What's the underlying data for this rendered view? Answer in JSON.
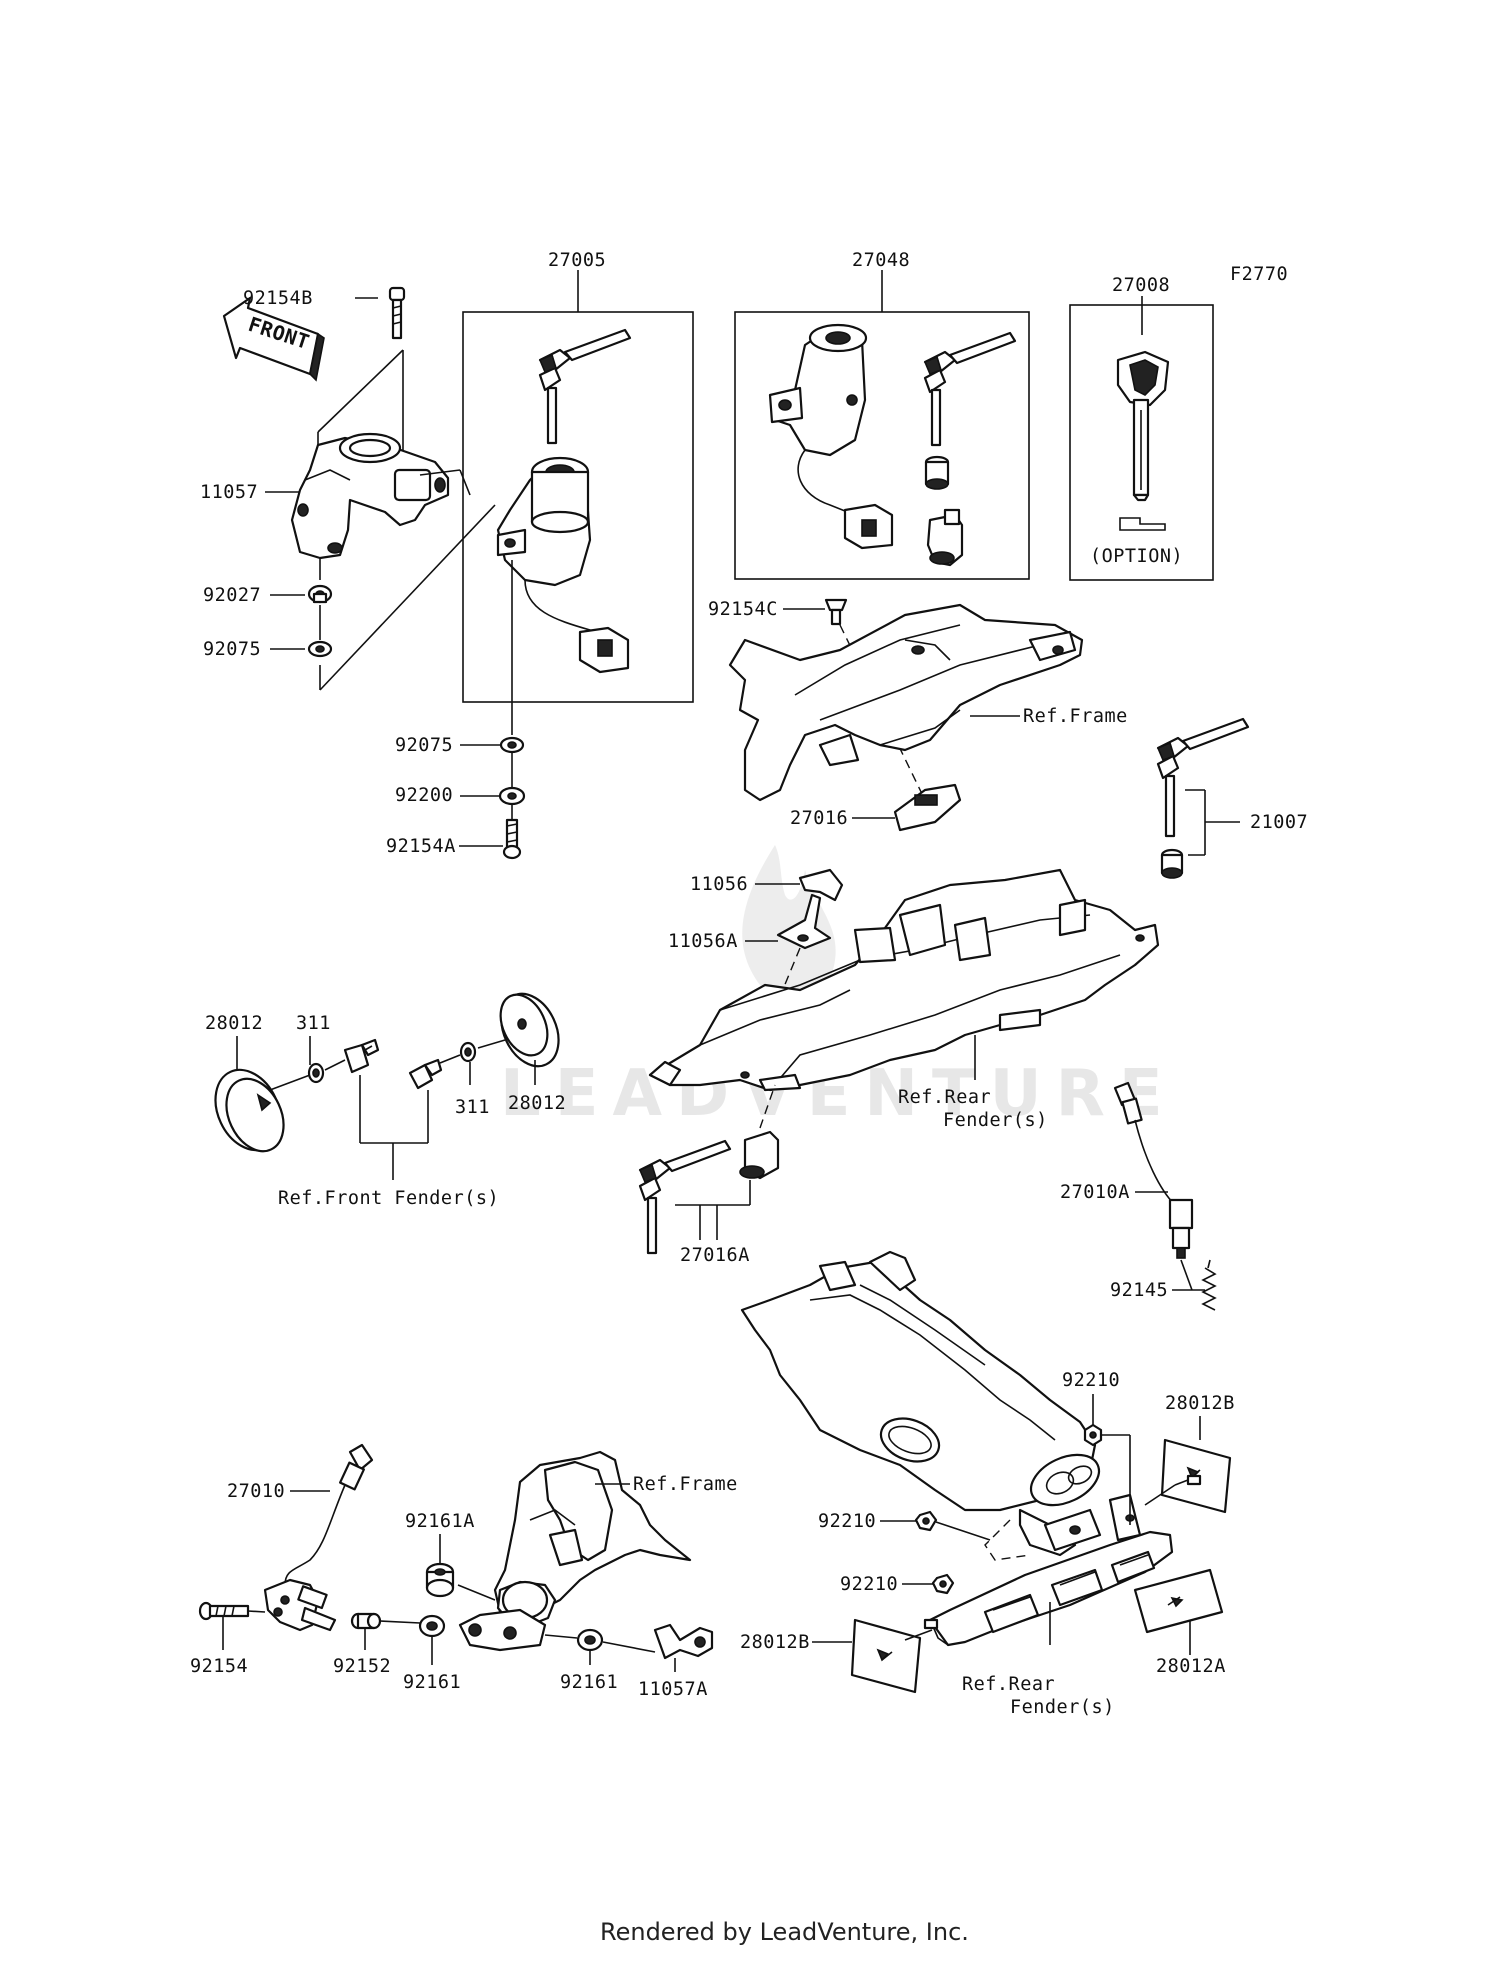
{
  "diagram_code": "F2770",
  "front_arrow_label": "FRONT",
  "footer": "Rendered by LeadVenture, Inc.",
  "watermark": "LEADVENTURE",
  "option_note": "(OPTION)",
  "parts": {
    "p27005": "27005",
    "p27048": "27048",
    "p27008": "27008",
    "p92154B": "92154B",
    "p11057": "11057",
    "p92027": "92027",
    "p92075a": "92075",
    "p92075b": "92075",
    "p92200": "92200",
    "p92154A": "92154A",
    "p92154C": "92154C",
    "p27016": "27016",
    "p21007": "21007",
    "p11056": "11056",
    "p11056A": "11056A",
    "p28012a": "28012",
    "p311a": "311",
    "p311b": "311",
    "p28012b": "28012",
    "p27016A": "27016A",
    "p27010A": "27010A",
    "p92145": "92145",
    "p92210a": "92210",
    "p28012B_top": "28012B",
    "p92210b": "92210",
    "p92210c": "92210",
    "p28012B_bot": "28012B",
    "p28012A": "28012A",
    "p27010": "27010",
    "p92161A": "92161A",
    "p92154": "92154",
    "p92152": "92152",
    "p92161a": "92161",
    "p92161b": "92161",
    "p11057A": "11057A"
  },
  "refs": {
    "ref_frame_top": "Ref.Frame",
    "ref_rear_fender_mid_1": "Ref.Rear",
    "ref_rear_fender_mid_2": "Fender(s)",
    "ref_front_fender": "Ref.Front Fender(s)",
    "ref_frame_bottom": "Ref.Frame",
    "ref_rear_fender_bot_1": "Ref.Rear",
    "ref_rear_fender_bot_2": "Fender(s)"
  }
}
